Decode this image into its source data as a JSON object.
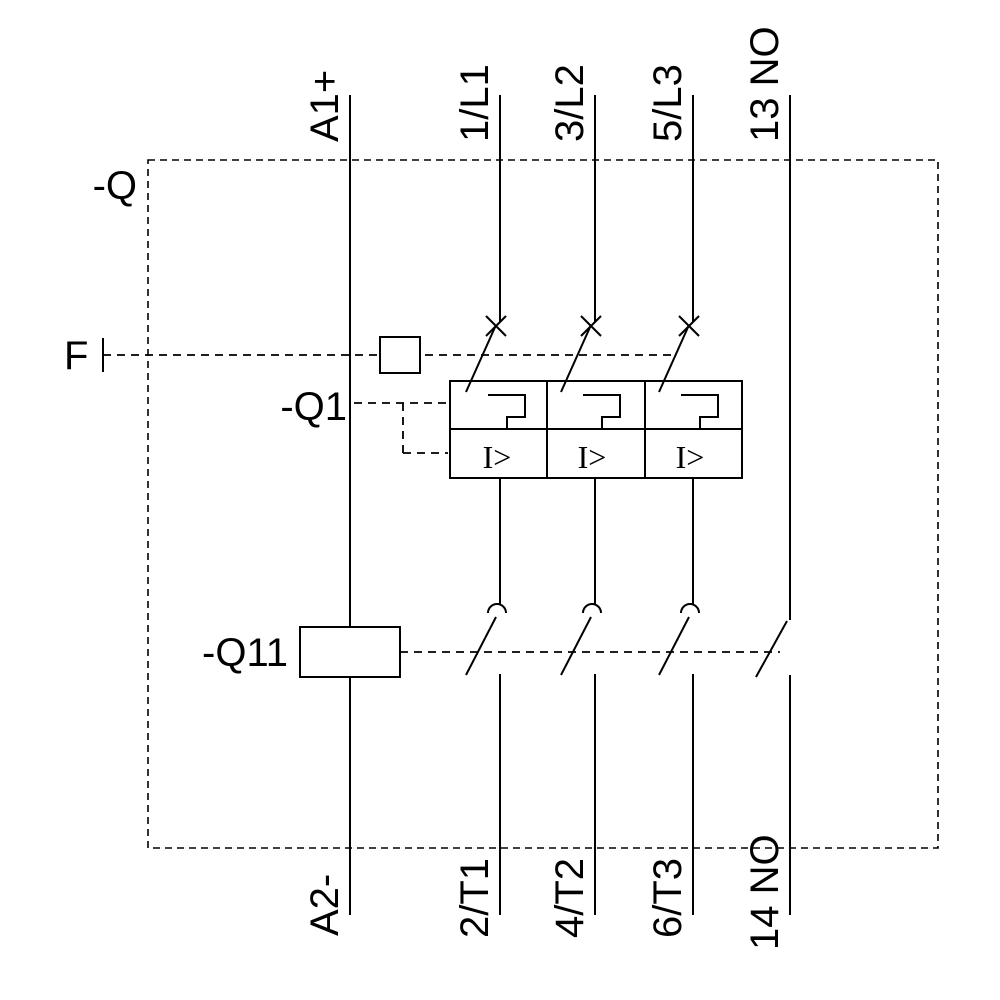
{
  "diagram": {
    "enclosure_label": "-Q",
    "manual_trip_label": "F",
    "protector_label": "-Q1",
    "contactor_label": "-Q11",
    "overcurrent_symbol": "I>",
    "terminals_top": [
      "A1+",
      "1/L1",
      "3/L2",
      "5/L3",
      "13 NO"
    ],
    "terminals_bottom": [
      "A2-",
      "2/T1",
      "4/T2",
      "6/T3",
      "14 NO"
    ],
    "colors": {
      "line": "#000000",
      "background": "#ffffff"
    }
  }
}
